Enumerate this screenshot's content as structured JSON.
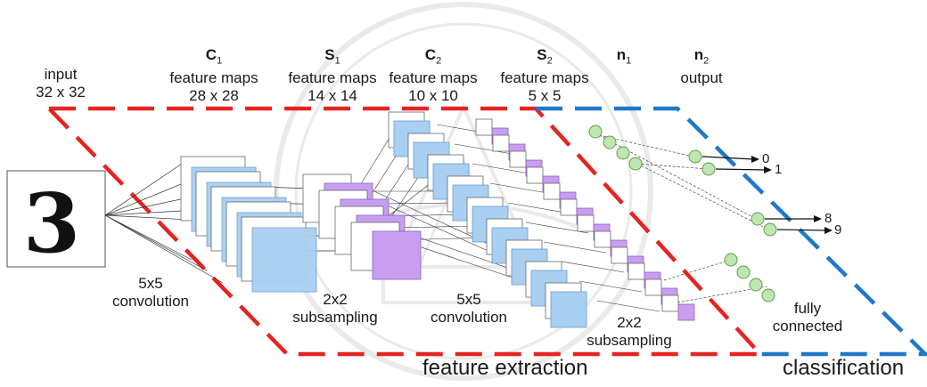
{
  "columns": {
    "input": {
      "line1": "input",
      "line2": "32 x 32"
    },
    "c1": {
      "name": "C",
      "sub": "1",
      "line1": "feature maps",
      "line2": "28 x 28"
    },
    "s1": {
      "name": "S",
      "sub": "1",
      "line1": "feature maps",
      "line2": "14 x 14"
    },
    "c2": {
      "name": "C",
      "sub": "2",
      "line1": "feature maps",
      "line2": "10 x 10"
    },
    "s2": {
      "name": "S",
      "sub": "2",
      "line1": "feature maps",
      "line2": "5 x 5"
    },
    "n1": {
      "name": "n",
      "sub": "1"
    },
    "n2": {
      "name": "n",
      "sub": "2",
      "line1": "output"
    }
  },
  "operations": {
    "conv1": {
      "line1": "5x5",
      "line2": "convolution"
    },
    "sub1": {
      "line1": "2x2",
      "line2": "subsampling"
    },
    "conv2": {
      "line1": "5x5",
      "line2": "convolution"
    },
    "sub2": {
      "line1": "2x2",
      "line2": "subsampling"
    },
    "fc": {
      "line1": "fully",
      "line2": "connected"
    }
  },
  "outputs": [
    "0",
    "1",
    "8",
    "9"
  ],
  "input_digit": "3",
  "regions": {
    "feature_extraction": "feature extraction",
    "classification": "classification"
  },
  "colors": {
    "red_region": "#e52421",
    "blue_region": "#1f78c8",
    "c1_map": "#a9cff2",
    "s1_map": "#c99ef0",
    "neuron": "#bfe6b0",
    "neuron_stroke": "#5f9e4a",
    "watermark": "#d9d9d9"
  }
}
